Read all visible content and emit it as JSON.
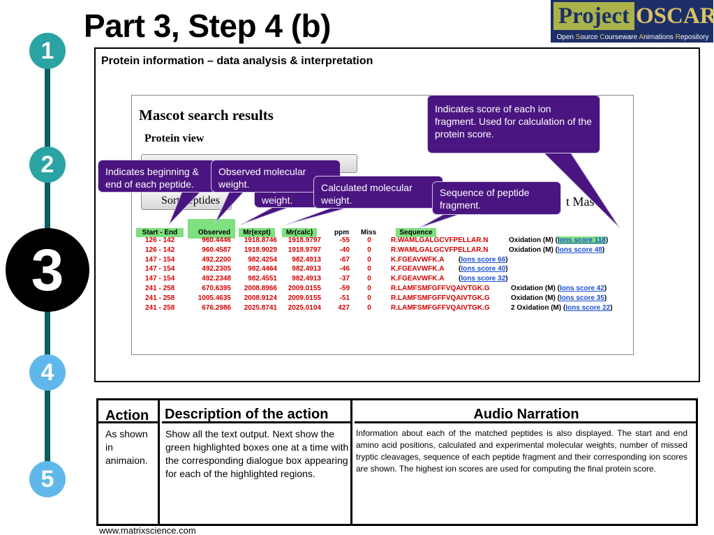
{
  "header": {
    "title": "Part 3, Step 4 (b)"
  },
  "logo": {
    "word1": "Project",
    "word2": "OSCAR",
    "subtitle_parts": [
      "Open ",
      "S",
      "ource ",
      "C",
      "ourseware ",
      "A",
      "nimations ",
      "R",
      "epository"
    ]
  },
  "steps": [
    "1",
    "2",
    "3",
    "4",
    "5"
  ],
  "frame": {
    "title": "Protein information – data analysis & interpretation",
    "mascot_heading": "Mascot search results",
    "protein_view": "Protein view",
    "sort_button": "Sort peptides",
    "trailing_text": "t Mas"
  },
  "table": {
    "headers": [
      "Start - End",
      "Observed",
      "Mr(expt)",
      "Mr(calc)",
      "ppm",
      "Miss",
      "Sequence"
    ],
    "rows": [
      {
        "se": "126 - 142",
        "obs": "960.4446",
        "me": "1918.8746",
        "mc": "1918.9797",
        "ppm": "-55",
        "miss": "0",
        "seq": "R.WAMLGALGCVFPELLAR.N",
        "mod": "Oxidation (M) (",
        "ion": "Ions score 118",
        "end": ")"
      },
      {
        "se": "126 - 142",
        "obs": "960.4587",
        "me": "1918.9029",
        "mc": "1918.9797",
        "ppm": "-40",
        "miss": "0",
        "seq": "R.WAMLGALGCVFPELLAR.N",
        "mod": "Oxidation (M) (",
        "ion": "Ions score 48",
        "end": ")"
      },
      {
        "se": "147 - 154",
        "obs": "492.2200",
        "me": "982.4254",
        "mc": "982.4913",
        "ppm": "-67",
        "miss": "0",
        "seq": "K.FGEAVWFK.A",
        "mod": "(",
        "ion": "Ions score 66",
        "end": ")"
      },
      {
        "se": "147 - 154",
        "obs": "492.2305",
        "me": "982.4464",
        "mc": "982.4913",
        "ppm": "-46",
        "miss": "0",
        "seq": "K.FGEAVWFK.A",
        "mod": "(",
        "ion": "Ions score 40",
        "end": ")"
      },
      {
        "se": "147 - 154",
        "obs": "492.2348",
        "me": "982.4551",
        "mc": "982.4913",
        "ppm": "-37",
        "miss": "0",
        "seq": "K.FGEAVWFK.A",
        "mod": "(",
        "ion": "Ions score 32",
        "end": ")"
      },
      {
        "se": "241 - 258",
        "obs": "670.6395",
        "me": "2008.8966",
        "mc": "2009.0155",
        "ppm": "-59",
        "miss": "0",
        "seq": "R.LAMFSMFGFFVQAIVTGK.G",
        "mod": "Oxidation (M) (",
        "ion": "Ions score 42",
        "end": ")"
      },
      {
        "se": "241 - 258",
        "obs": "1005.4635",
        "me": "2008.9124",
        "mc": "2009.0155",
        "ppm": "-51",
        "miss": "0",
        "seq": "R.LAMFSMFGFFVQAIVTGK.G",
        "mod": "Oxidation (M) (",
        "ion": "Ions score 35",
        "end": ")"
      },
      {
        "se": "241 - 258",
        "obs": "676.2986",
        "me": "2025.8741",
        "mc": "2025.0104",
        "ppm": "427",
        "miss": "0",
        "seq": "R.LAMFSMFGFFVQAIVTGK.G",
        "mod": "2 Oxidation (M) (",
        "ion": "Ions score 22",
        "end": ")"
      }
    ]
  },
  "callouts": {
    "ion_score": "Indicates score of each ion fragment. Used for calculation of the protein score.",
    "begin_end": "Indicates beginning & end of each peptide.",
    "observed": "Observed molecular weight.",
    "experimental": "Experimental weight.",
    "calculated": "Calculated molecular weight.",
    "sequence": "Sequence of peptide fragment."
  },
  "bottom": {
    "action_head": "Action",
    "desc_head": "Description of the action",
    "audio_head": "Audio Narration",
    "action_text": "As shown in animaion.",
    "desc_text": "Show all the text output. Next show the green highlighted boxes one at a time with the corresponding dialogue box appearing for each of the highlighted regions.",
    "audio_text": "Information about each of the matched peptides is also displayed. The start and end amino acid positions, calculated and experimental molecular weights, number of missed tryptic cleavages, sequence of each peptide fragment and their corresponding ion scores are shown.  The highest ion scores are used for computing the final protein score."
  },
  "footer": "www.matrixscience.com"
}
